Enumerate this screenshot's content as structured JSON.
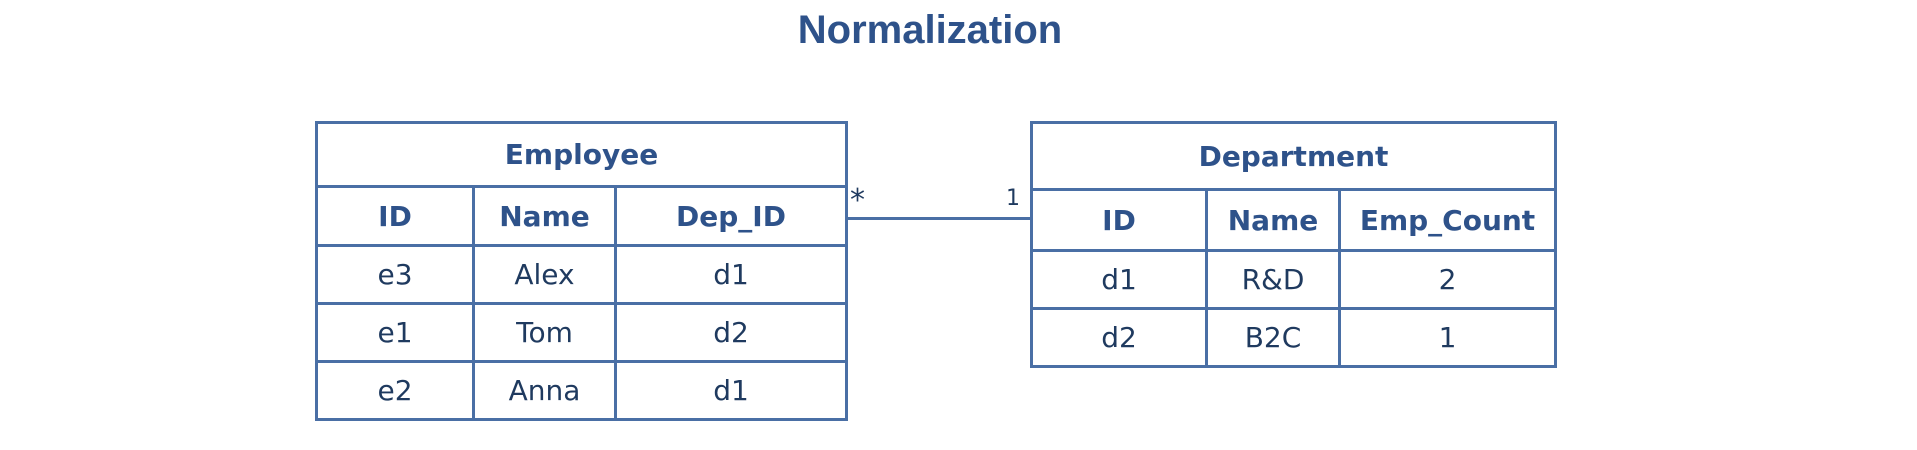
{
  "title": "Normalization",
  "colors": {
    "title": "#2e528a",
    "border": "#4a6fa5",
    "text": "#1f3a5f"
  },
  "relationship": {
    "from": "Employee",
    "to": "Department",
    "from_multiplicity": "*",
    "to_multiplicity": "1"
  },
  "employee": {
    "name": "Employee",
    "columns": [
      "ID",
      "Name",
      "Dep_ID"
    ],
    "rows": [
      [
        "e3",
        "Alex",
        "d1"
      ],
      [
        "e1",
        "Tom",
        "d2"
      ],
      [
        "e2",
        "Anna",
        "d1"
      ]
    ]
  },
  "department": {
    "name": "Department",
    "columns": [
      "ID",
      "Name",
      "Emp_Count"
    ],
    "rows": [
      [
        "d1",
        "R&D",
        "2"
      ],
      [
        "d2",
        "B2C",
        "1"
      ]
    ]
  }
}
